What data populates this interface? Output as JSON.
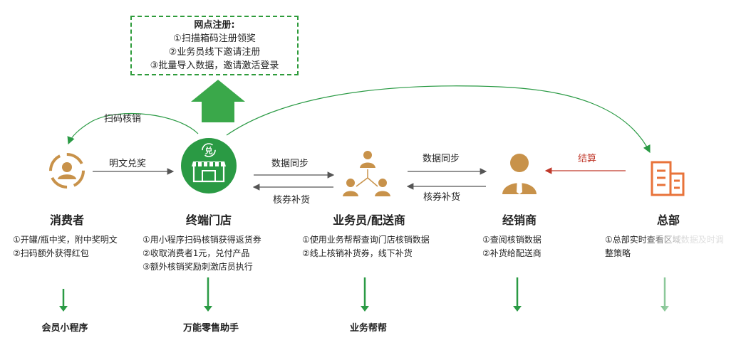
{
  "registration": {
    "title": "网点注册:",
    "items": [
      "①扫描箱码注册领奖",
      "②业务员线下邀请注册",
      "③批量导入数据，邀请激活登录"
    ]
  },
  "edges": {
    "scan_verify": "扫码核销",
    "plain_redeem": "明文兑奖",
    "data_sync_1": "数据同步",
    "voucher_restock_1": "核券补货",
    "data_sync_2": "数据同步",
    "voucher_restock_2": "核券补货",
    "settlement": "结算"
  },
  "roles": {
    "consumer": {
      "name": "消费者",
      "desc": [
        "①开罐/瓶中奖，附中奖明文",
        "②扫码额外获得红包"
      ],
      "tool": "会员小程序"
    },
    "store": {
      "name": "终端门店",
      "badge": "兑",
      "desc": [
        "①用小程序扫码核销获得返货券",
        "②收取消费者1元，兑付产品",
        "③额外核销奖励刺激店员执行"
      ],
      "tool": "万能零售助手"
    },
    "salesman": {
      "name": "业务员/配送商",
      "desc": [
        "①使用业务帮帮查询门店核销数据",
        "②线上核销补货券，线下补货"
      ],
      "tool": "业务帮帮"
    },
    "dealer": {
      "name": "经销商",
      "desc": [
        "①查阅核销数据",
        "②补货给配送商"
      ],
      "tool": ""
    },
    "hq": {
      "name": "总部",
      "desc": [
        "①总部实时查看区域数据及时调",
        "整策略"
      ],
      "tool": ""
    }
  },
  "colors": {
    "green": "#2a9a44",
    "arrow_green": "#3aa84a",
    "gold": "#c8924a",
    "orange": "#e8733a",
    "red": "#c0392b",
    "gray": "#555555"
  },
  "icons": {
    "consumer": "person-circle-icon",
    "store": "storefront-icon",
    "salesman": "people-network-icon",
    "dealer": "businessman-icon",
    "hq": "office-building-icon"
  }
}
